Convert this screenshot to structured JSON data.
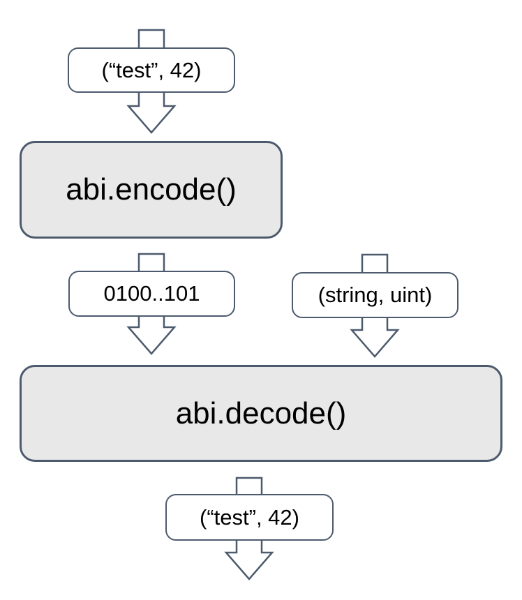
{
  "colors": {
    "stroke": "#4d5a6d",
    "process_fill": "#e9e8e8",
    "label_fill": "#ffffff",
    "text": "#000000",
    "background": "#ffffff"
  },
  "flow": {
    "input_label": "(“test”, 42)",
    "encode_label": "abi.encode()",
    "bytes_label": "0100..101",
    "types_label": "(string, uint)",
    "decode_label": "abi.decode()",
    "output_label": "(“test”, 42)"
  }
}
